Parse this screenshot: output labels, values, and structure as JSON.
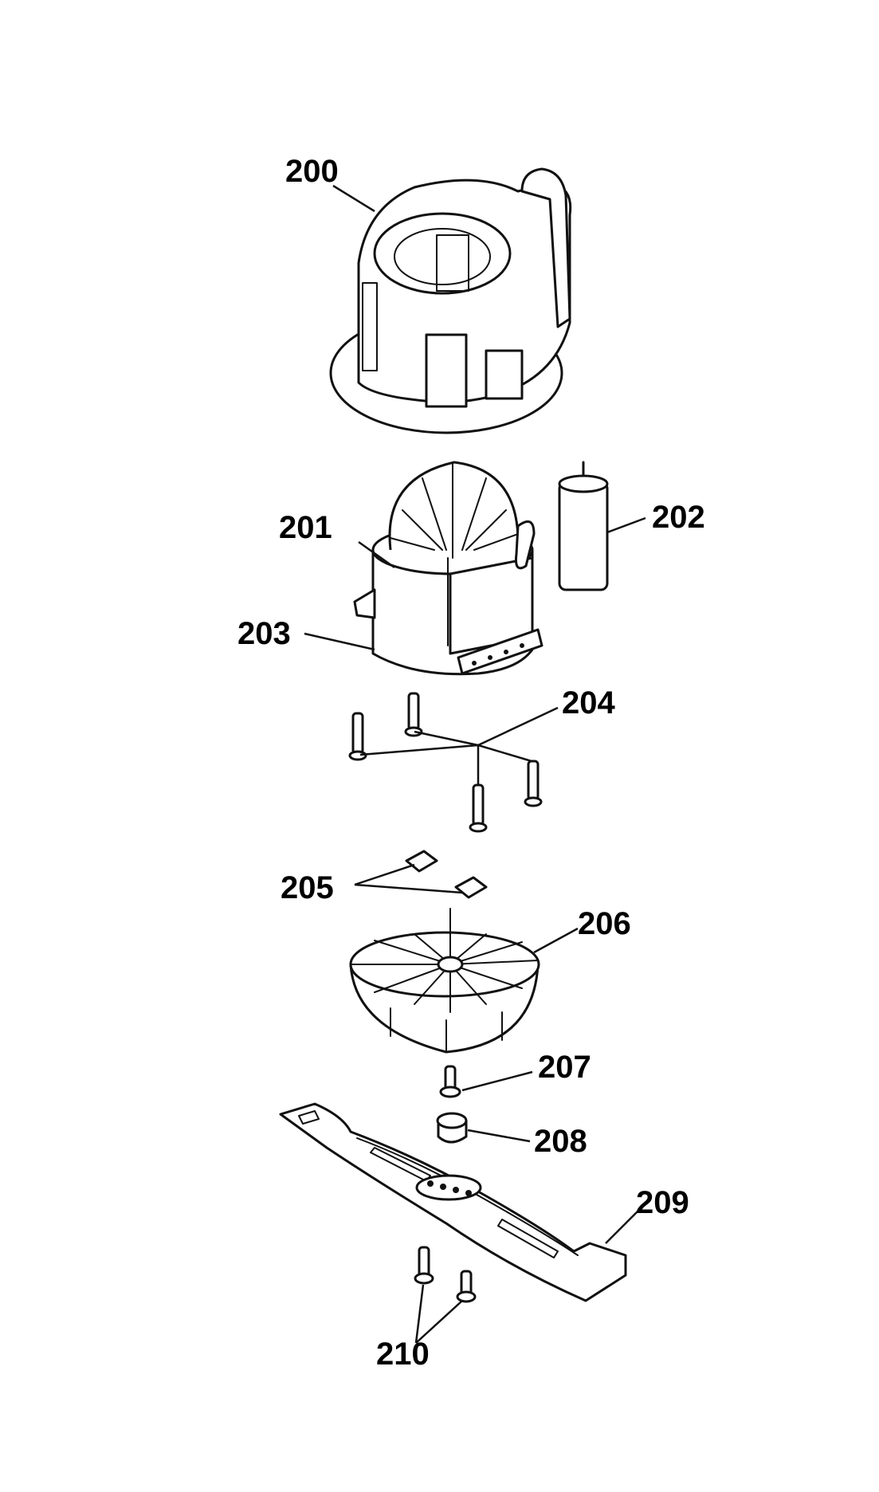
{
  "labels": {
    "p200": "200",
    "p201": "201",
    "p202": "202",
    "p203": "203",
    "p204": "204",
    "p205": "205",
    "p206": "206",
    "p207": "207",
    "p208": "208",
    "p209": "209",
    "p210": "210"
  },
  "colors": {
    "line": "#111111",
    "background": "#ffffff"
  }
}
